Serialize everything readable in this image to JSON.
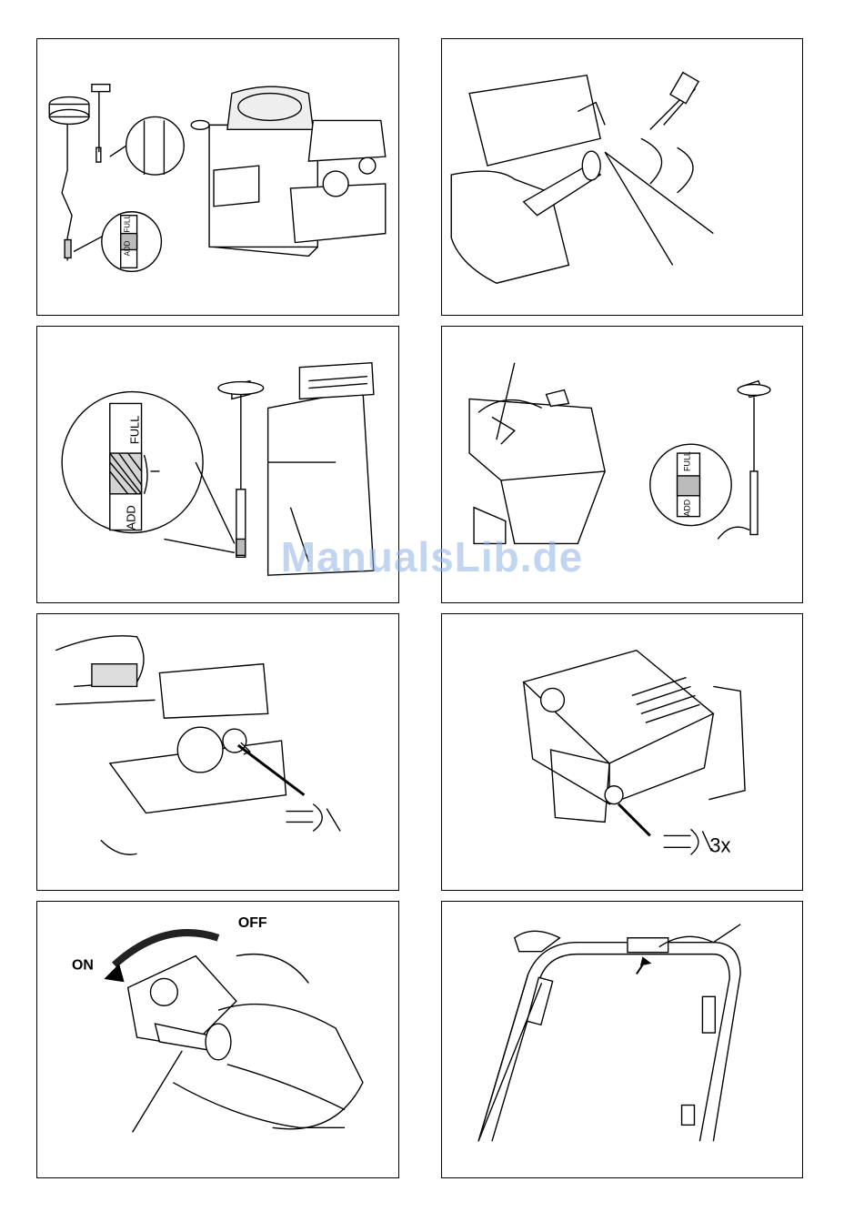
{
  "panels": {
    "p1": {
      "full_label": "FULL",
      "add_label": "ADD"
    },
    "p3": {
      "full_label": "FULL",
      "add_label": "ADD"
    },
    "p4": {
      "full_label": "FULL",
      "add_label": "ADD"
    },
    "p6": {
      "count_label": "3x"
    },
    "p7": {
      "on_label": "ON",
      "off_label": "OFF"
    }
  },
  "watermark": "ManualsLib.de",
  "colors": {
    "line": "#000000",
    "watermark": "#8fb4e6"
  }
}
